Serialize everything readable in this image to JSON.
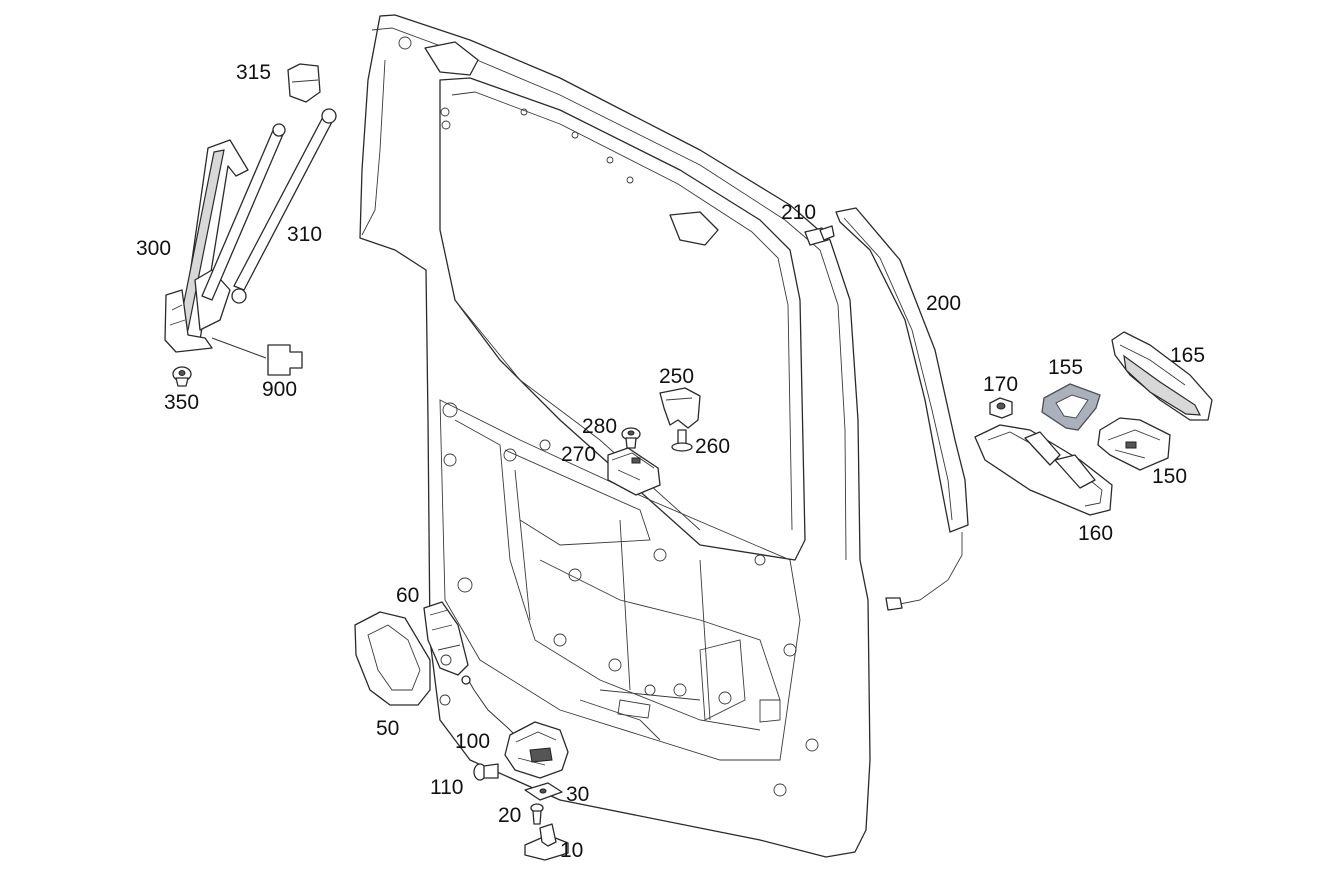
{
  "labels": {
    "l315": "315",
    "l300": "300",
    "l310": "310",
    "l350": "350",
    "l900": "900",
    "l210": "210",
    "l200": "200",
    "l170": "170",
    "l155": "155",
    "l165": "165",
    "l150": "150",
    "l160": "160",
    "l250": "250",
    "l280": "280",
    "l260": "260",
    "l270": "270",
    "l60": "60",
    "l50": "50",
    "l100": "100",
    "l110": "110",
    "l30": "30",
    "l20": "20",
    "l10": "10"
  },
  "colors": {
    "line": "#2a2a2a",
    "highlight": "#aab1ba"
  }
}
